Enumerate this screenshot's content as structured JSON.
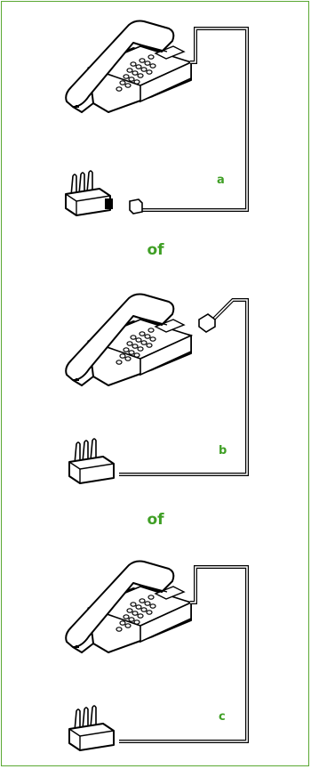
{
  "colors": {
    "accent": "#3f9f25",
    "border": "#5aa832",
    "line": "#000000"
  },
  "diagram": {
    "options": [
      {
        "label": "a",
        "connection": "plug-to-wall-adapter-socket"
      },
      {
        "label": "b",
        "connection": "cord-to-phone-socket"
      },
      {
        "label": "c",
        "connection": "fixed-cord"
      }
    ],
    "separators": [
      "of",
      "of"
    ]
  }
}
